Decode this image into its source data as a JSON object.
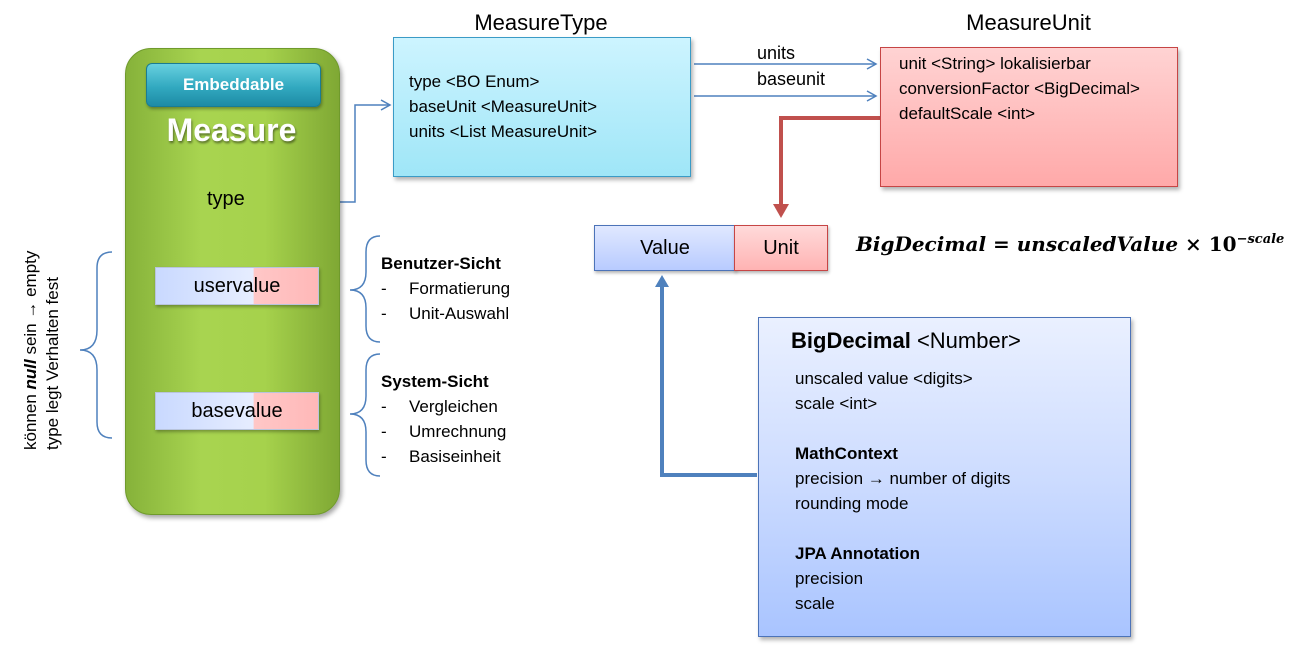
{
  "measure": {
    "embeddable_label": "Embeddable",
    "title": "Measure",
    "type_label": "type",
    "uservalue_label": "uservalue",
    "basevalue_label": "basevalue"
  },
  "left_note": {
    "line1_a": "können ",
    "line1_null": "null",
    "line1_b": " sein ",
    "line1_arrow": "→",
    "line1_c": " empty",
    "line2": "type legt Verhalten fest"
  },
  "measure_type": {
    "title": "MeasureType",
    "lines": [
      "type <BO Enum>",
      "baseUnit <MeasureUnit>",
      "units <List MeasureUnit>"
    ]
  },
  "measure_unit": {
    "title": "MeasureUnit",
    "lines": [
      "unit <String> lokalisierbar",
      "conversionFactor <BigDecimal>",
      "defaultScale <int>"
    ]
  },
  "edges": {
    "units": "units",
    "baseunit": "baseunit"
  },
  "value_unit": {
    "value": "Value",
    "unit": "Unit"
  },
  "formula": {
    "lhs": "BigDecimal",
    "eq": " = ",
    "rhs": "unscaledValue",
    "times": " × 10",
    "exp": "−scale"
  },
  "benutzer": {
    "heading": "Benutzer-Sicht",
    "items": [
      "Formatierung",
      "Unit-Auswahl"
    ]
  },
  "system": {
    "heading": "System-Sicht",
    "items": [
      "Vergleichen",
      "Umrechnung",
      "Basiseinheit"
    ]
  },
  "bigdecimal": {
    "title_bold": "BigDecimal",
    "title_rest": " <Number>",
    "lines1": [
      "unscaled value <digits>",
      "scale <int>"
    ],
    "mc_head": "MathContext",
    "mc_line1": "precision → number of digits",
    "mc_line2": "rounding mode",
    "jpa_head": "JPA Annotation",
    "jpa_lines": [
      "precision",
      "scale"
    ]
  },
  "colors": {
    "arrow_blue": "#4f81bd",
    "arrow_red": "#c0504d",
    "measure_green": "#a6d24c",
    "embeddable_teal": "#32a9c0"
  }
}
